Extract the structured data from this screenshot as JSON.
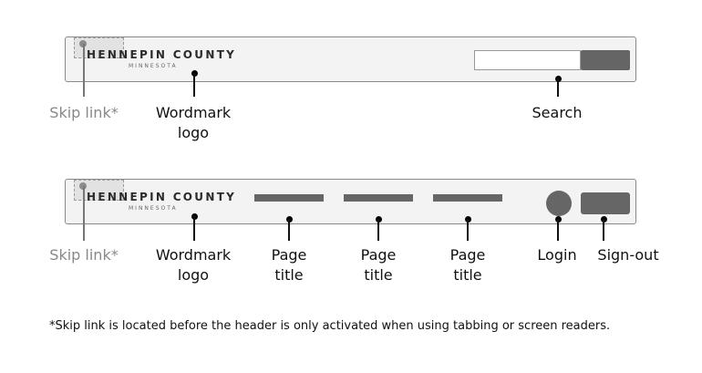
{
  "header1": {
    "wordmark": "HENNEPIN COUNTY",
    "wordmark_sub": "MINNESOTA",
    "callouts": {
      "skip": "Skip link*",
      "wordmark": "Wordmark\nlogo",
      "search": "Search"
    }
  },
  "header2": {
    "wordmark": "HENNEPIN COUNTY",
    "wordmark_sub": "MINNESOTA",
    "callouts": {
      "skip": "Skip link*",
      "wordmark": "Wordmark\nlogo",
      "page1": "Page\ntitle",
      "page2": "Page\ntitle",
      "page3": "Page\ntitle",
      "login": "Login",
      "signout": "Sign-out"
    }
  },
  "footnote": "*Skip link is located before the header is only activated when using tabbing or screen readers.",
  "colors": {
    "frame_border": "#8a8a8a",
    "frame_fill": "#f3f3f3",
    "placeholder_fill": "#666666",
    "skip_fill": "#e2e2e2",
    "skip_label": "#888888"
  }
}
